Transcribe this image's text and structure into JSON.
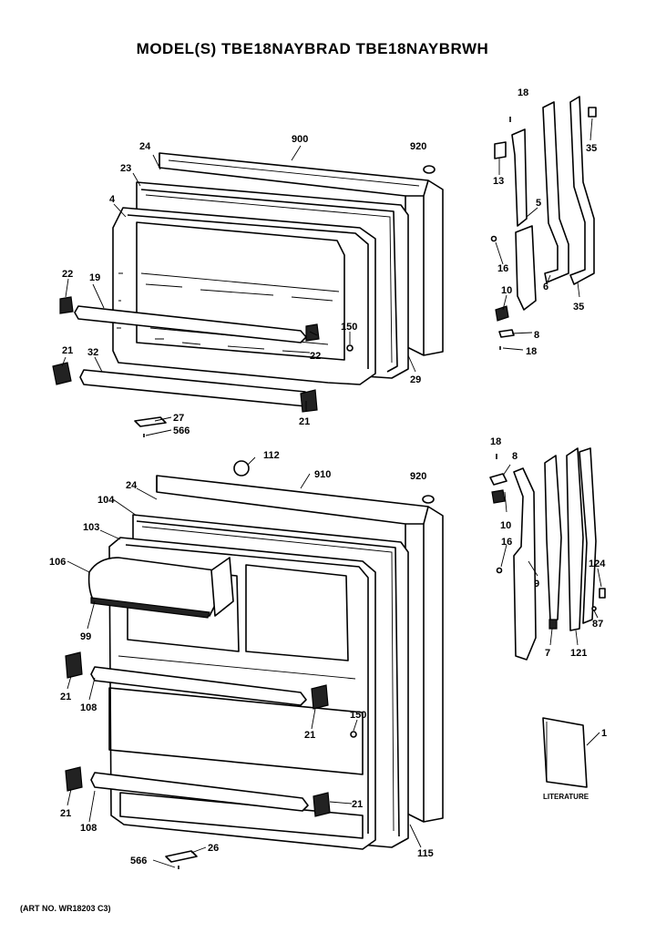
{
  "header": {
    "title": "MODEL(S) TBE18NAYBRAD  TBE18NAYBRWH",
    "art_number": "(ART NO. WR18203 C3)"
  },
  "literature_label": "LITERATURE",
  "callouts": {
    "c18a": "18",
    "c900": "900",
    "c920a": "920",
    "c24a": "24",
    "c35a": "35",
    "c13": "13",
    "c23": "23",
    "c4": "4",
    "c5": "5",
    "c16a": "16",
    "c22a": "22",
    "c19": "19",
    "c10a": "10",
    "c6": "6",
    "c35b": "35",
    "c150a": "150",
    "c8a": "8",
    "c22b": "22",
    "c18b": "18",
    "c21a": "21",
    "c32": "32",
    "c29": "29",
    "c27": "27",
    "c566a": "566",
    "c21b": "21",
    "c18c": "18",
    "c8b": "8",
    "c112": "112",
    "c910": "910",
    "c920b": "920",
    "c24b": "24",
    "c104": "104",
    "c10b": "10",
    "c103": "103",
    "c16b": "16",
    "c106": "106",
    "c124": "124",
    "c9": "9",
    "c87": "87",
    "c99": "99",
    "c7": "7",
    "c121": "121",
    "c21c": "21",
    "c108a": "108",
    "c150b": "150",
    "c21d": "21",
    "c1": "1",
    "c21e": "21",
    "c21f": "21",
    "c108b": "108",
    "c115": "115",
    "c26": "26",
    "c566b": "566"
  }
}
